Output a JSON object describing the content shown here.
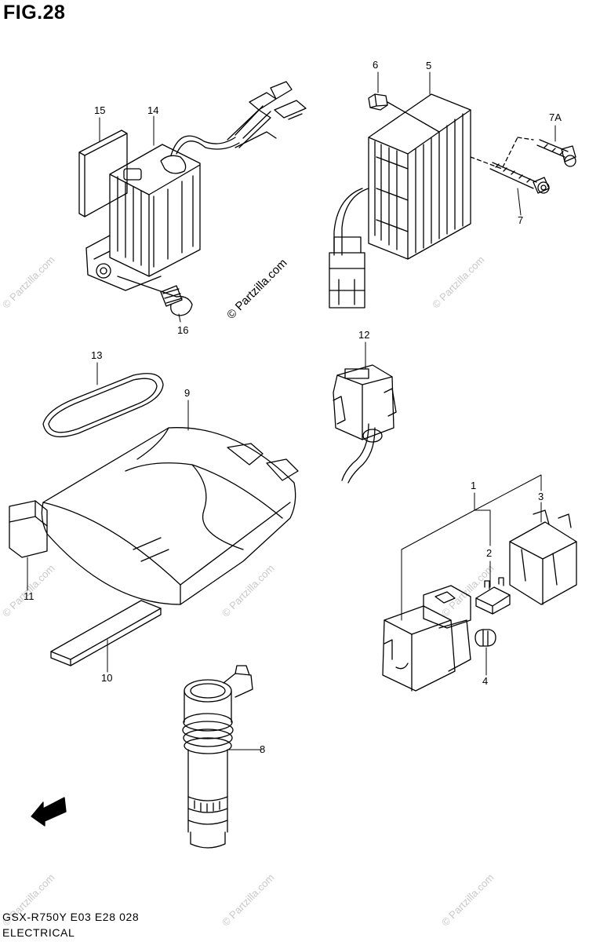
{
  "figure": {
    "title": "FIG.28",
    "model_code": "GSX-R750Y E03 E28  028",
    "caption": "ELECTRICAL"
  },
  "callouts": {
    "c1": "1",
    "c2": "2",
    "c3": "3",
    "c4": "4",
    "c5": "5",
    "c6": "6",
    "c7": "7",
    "c7a": "7A",
    "c8": "8",
    "c9": "9",
    "c10": "10",
    "c11": "11",
    "c12": "12",
    "c13": "13",
    "c14": "14",
    "c15": "15",
    "c16": "16"
  },
  "watermark": {
    "text": "© Partzilla.com",
    "center_text": "© Partzilla.com"
  },
  "direction_badge": "FWD",
  "colors": {
    "line": "#000000",
    "watermark": "#c8c8c8",
    "background": "#ffffff"
  }
}
